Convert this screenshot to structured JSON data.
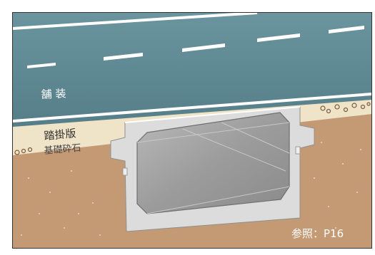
{
  "labels": {
    "pavement": "舗 装",
    "approach_slab": "踏掛版",
    "base_gravel": "基礎砕石",
    "reference": "参照：P16"
  },
  "colors": {
    "road": "#5e8a94",
    "road_edge": "#ffffff",
    "soil": "#c49a75",
    "base_course": "#efe3c8",
    "concrete": "#dcdcdc",
    "culvert_inner": "#9a9a9a",
    "frame": "#333333"
  }
}
